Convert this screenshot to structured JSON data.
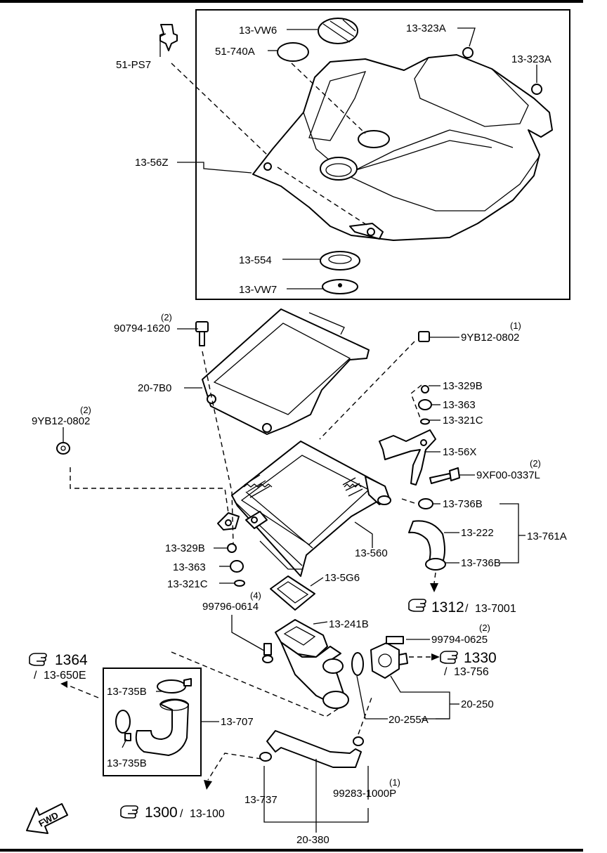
{
  "top_box": {
    "labels": {
      "vw6": "13-VW6",
      "p740a": "51-740A",
      "ps7": "51-PS7",
      "p323a_1": "13-323A",
      "p323a_2": "13-323A",
      "p56z": "13-56Z",
      "p554": "13-554",
      "vw7": "13-VW7"
    }
  },
  "middle": {
    "labels": {
      "b1620": "90794-1620",
      "b1620_qty": "(2)",
      "n0802_a": "9YB12-0802",
      "n0802_a_qty": "(1)",
      "p7b0": "20-7B0",
      "n0802_b": "9YB12-0802",
      "n0802_b_qty": "(2)",
      "p329b_r": "13-329B",
      "p363_r": "13-363",
      "p321c_r": "13-321C",
      "p56x": "13-56X",
      "b0337": "9XF00-0337L",
      "b0337_qty": "(2)",
      "p736b_1": "13-736B",
      "p222": "13-222",
      "p761a": "13-761A",
      "p736b_2": "13-736B",
      "p560": "13-560",
      "p329b_l": "13-329B",
      "p363_l": "13-363",
      "p321c_l": "13-321C",
      "p5g6": "13-5G6",
      "b0614_qty": "(4)",
      "b0614": "99796-0614",
      "p241b": "13-241B"
    },
    "ref_1312": {
      "num": "1312",
      "sub": "13-7001"
    }
  },
  "bottom": {
    "labels": {
      "b0625_qty": "(2)",
      "b0625": "99794-0625",
      "p250": "20-250",
      "p255a": "20-255A",
      "p735b_1": "13-735B",
      "p735b_2": "13-735B",
      "p707": "13-707",
      "p737": "13-737",
      "p1000p_qty": "(1)",
      "p1000p": "99283-1000P",
      "p380": "20-380",
      "fwd": "FWD"
    },
    "ref_1364": {
      "num": "1364",
      "sub": "13-650E"
    },
    "ref_1330": {
      "num": "1330",
      "sub": "13-756"
    },
    "ref_1300": {
      "num": "1300",
      "sub": "13-100"
    }
  },
  "icons": [
    "pointing-hand-icon",
    "fwd-arrow-icon"
  ]
}
